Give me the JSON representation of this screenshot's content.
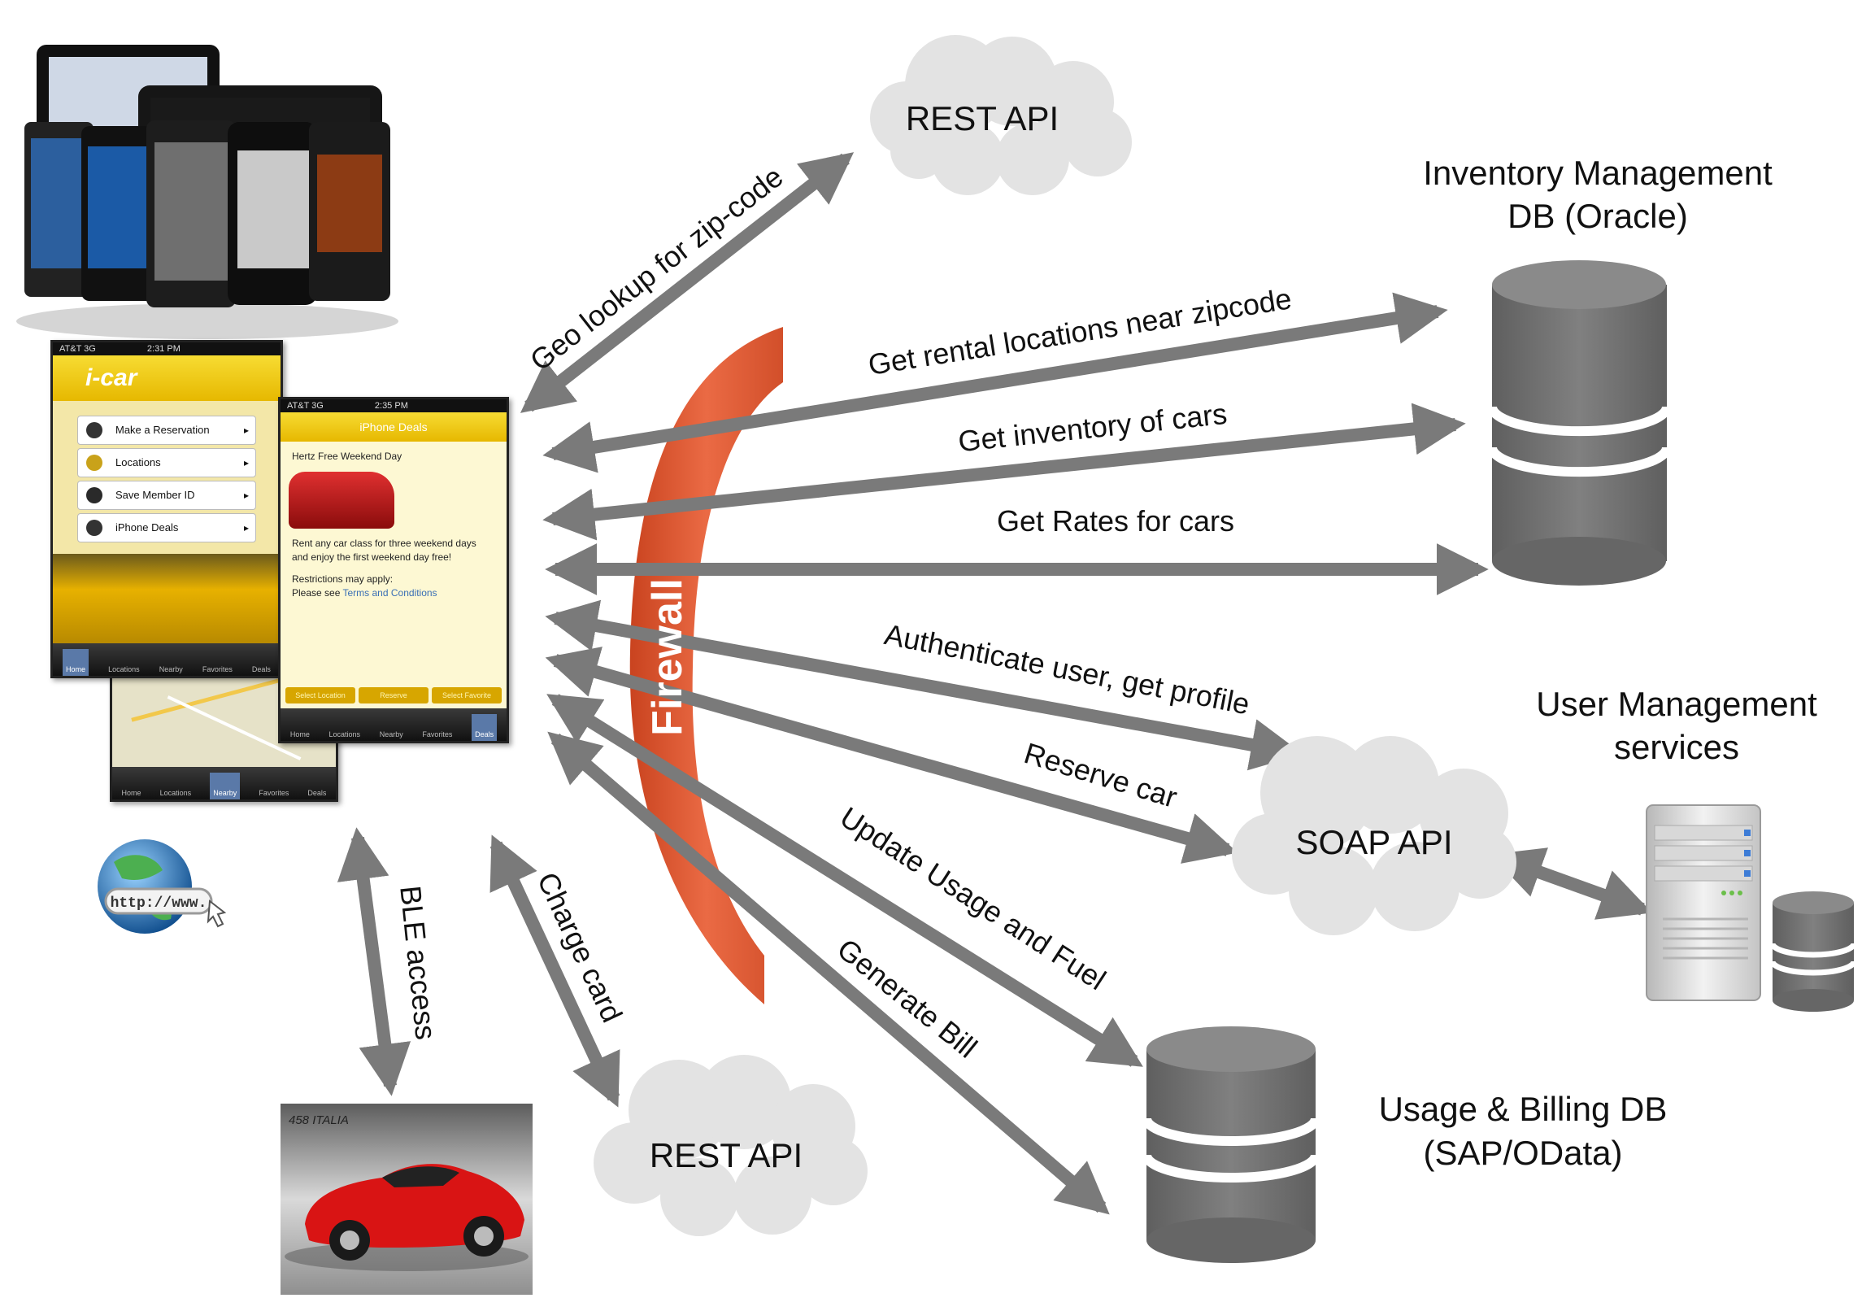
{
  "colors": {
    "arrow": "#7a7a7a",
    "cloud": "#e3e3e3",
    "cylinder": "#707070",
    "firewall": "#e2623c",
    "firewall_text": "#ffffff",
    "app_yellow": "#f2c500",
    "car_red": "#d91414"
  },
  "clouds": {
    "rest_api_top": "REST API",
    "rest_api_bottom": "REST API",
    "soap_api": "SOAP API"
  },
  "nodes": {
    "inventory_db_line1": "Inventory Management",
    "inventory_db_line2": "DB (Oracle)",
    "user_mgmt_line1": "User Management",
    "user_mgmt_line2": "services",
    "billing_db_line1": "Usage & Billing DB",
    "billing_db_line2": "(SAP/OData)"
  },
  "firewall": {
    "label": "Firewall"
  },
  "flows": {
    "geo_lookup": "Geo lookup for zip-code",
    "rental_locations": "Get rental locations near zipcode",
    "inventory": "Get inventory of cars",
    "rates": "Get Rates for cars",
    "authenticate": "Authenticate user, get profile",
    "reserve": "Reserve car",
    "usage_fuel": "Update Usage and Fuel",
    "bill": "Generate Bill",
    "ble": "BLE access",
    "charge": "Charge card"
  },
  "app": {
    "status_left": "AT&T 3G",
    "status_time_1": "2:31 PM",
    "status_time_2": "2:35 PM",
    "brand": "i-car",
    "menu": [
      "Make a Reservation",
      "Locations",
      "Save Member ID",
      "iPhone Deals"
    ],
    "tabs": [
      "Home",
      "Locations",
      "Nearby",
      "Favorites",
      "Deals"
    ],
    "deals_title": "iPhone Deals",
    "deal_headline": "Hertz Free Weekend Day",
    "deal_body": "Rent any car class for three weekend days and enjoy the first weekend day free!",
    "restrictions": "Restrictions may apply:",
    "please_see": "Please see",
    "terms": "Terms and Conditions",
    "deal_buttons": [
      "Select Location",
      "Reserve",
      "Select Favorite"
    ]
  },
  "globe": {
    "url_text": "http://www."
  },
  "car_badge": {
    "text": "458 ITALIA"
  }
}
